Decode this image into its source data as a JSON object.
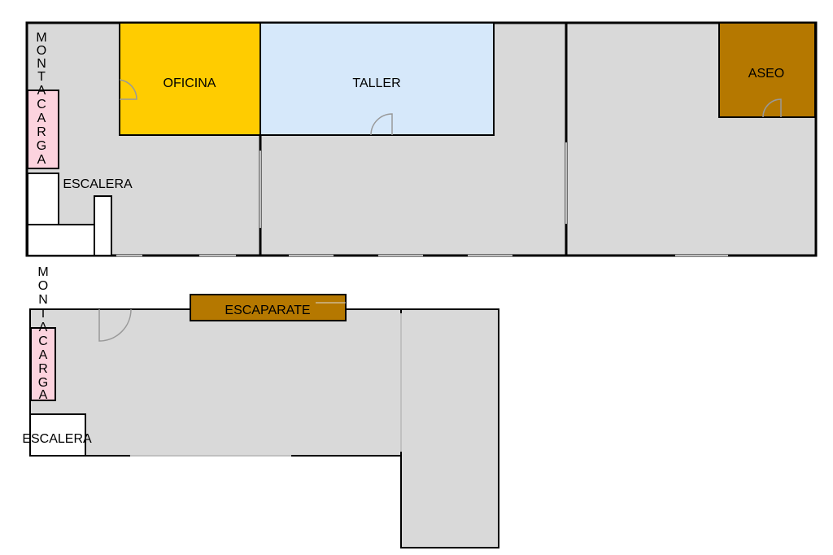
{
  "upper_floor": {
    "labels": {
      "montacarga_letters": [
        "M",
        "O",
        "N",
        "T",
        "A",
        "C",
        "A",
        "R",
        "G",
        "A"
      ],
      "oficina": "OFICINA",
      "taller": "TALLER",
      "aseo": "ASEO",
      "escalera": "ESCALERA"
    }
  },
  "lower_floor": {
    "labels": {
      "montacarga_letters": [
        "M",
        "O",
        "N",
        "T",
        "A",
        "C",
        "A",
        "R",
        "G",
        "A"
      ],
      "escaparate": "ESCAPARATE",
      "escalera": "ESCALERA"
    }
  },
  "colors": {
    "floor": "#d9d9d9",
    "oficina": "#ffcc00",
    "taller": "#d6e8fa",
    "aseo": "#b57800",
    "escaparate": "#b57800",
    "montacarga": "#fcd3de",
    "wall": "#000000",
    "door": "#999999"
  }
}
